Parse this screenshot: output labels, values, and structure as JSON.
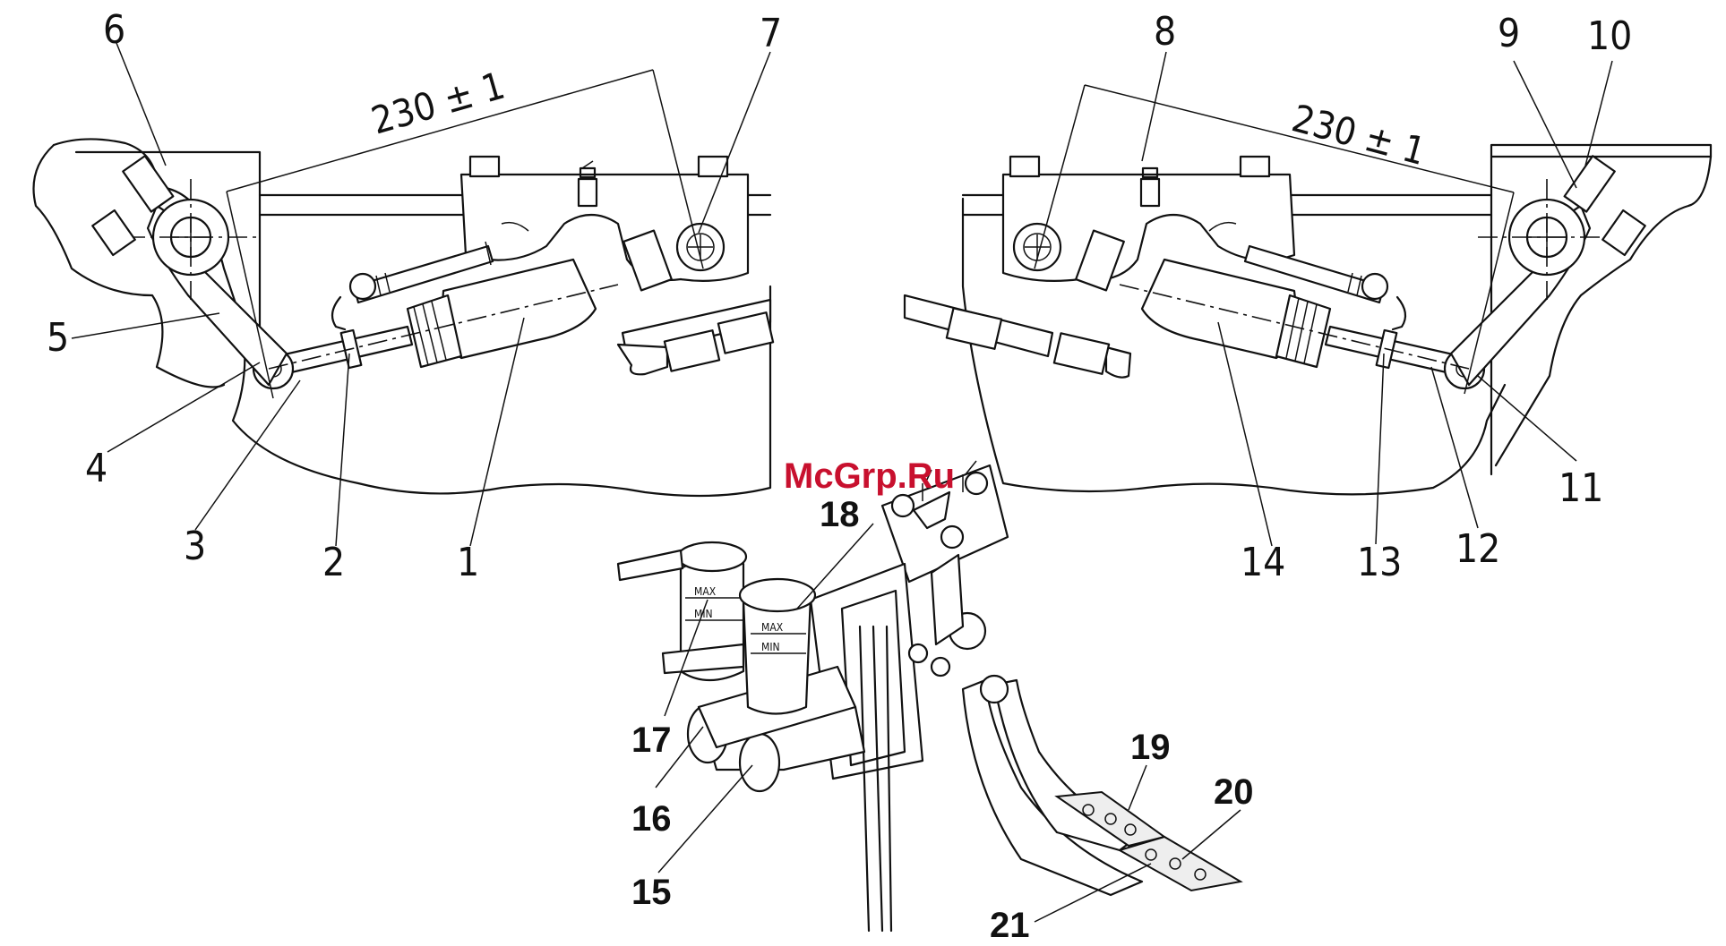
{
  "watermark": "McGrp.Ru",
  "dimensions": {
    "left": "230 ± 1",
    "right": "230 ± 1"
  },
  "callouts": {
    "c1": "1",
    "c2": "2",
    "c3": "3",
    "c4": "4",
    "c5": "5",
    "c6": "6",
    "c7": "7",
    "c8": "8",
    "c9": "9",
    "c10": "10",
    "c11": "11",
    "c12": "12",
    "c13": "13",
    "c14": "14",
    "c15": "15",
    "c16": "16",
    "c17": "17",
    "c18": "18",
    "c19": "19",
    "c20": "20",
    "c21": "21"
  },
  "reservoir_marks": {
    "max": "MAX",
    "min": "MIN"
  }
}
